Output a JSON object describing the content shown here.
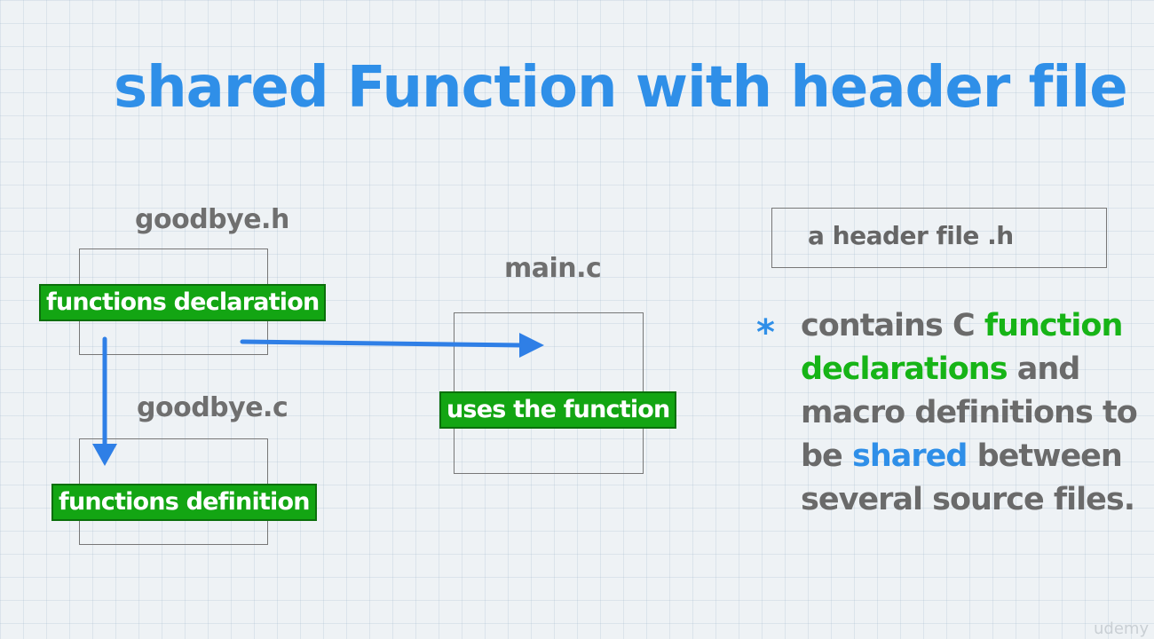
{
  "title": "shared Function with header file",
  "files": {
    "header_h": "goodbye.h",
    "source_c": "goodbye.c",
    "main_c": "main.c"
  },
  "tags": {
    "declaration": "functions declaration",
    "definition": "functions definition",
    "uses": "uses the function"
  },
  "note": {
    "box_text": "a header file .h",
    "bullet": "*",
    "parts": [
      {
        "text": "contains C ",
        "color": "gray"
      },
      {
        "text": "function declarations",
        "color": "green"
      },
      {
        "text": " and macro definitions to be ",
        "color": "gray"
      },
      {
        "text": "shared",
        "color": "blue"
      },
      {
        "text": " between several source files.",
        "color": "gray"
      }
    ]
  },
  "watermark": "udemy",
  "colors": {
    "title": "#2f8fe8",
    "tag_bg": "#13a513",
    "arrow": "#2f7fe6",
    "highlight_green": "#17b417",
    "highlight_blue": "#2f8fe8"
  }
}
